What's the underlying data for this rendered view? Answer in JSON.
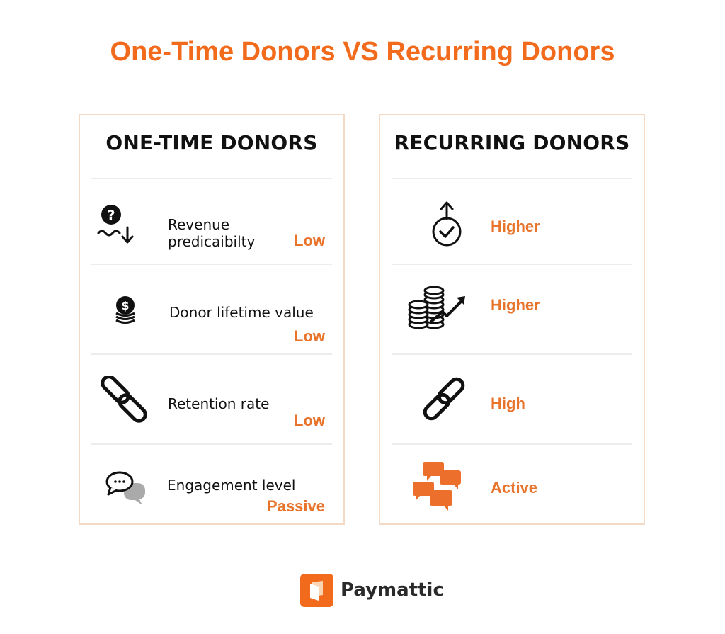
{
  "title": "One-Time Donors VS Recurring Donors",
  "colors": {
    "accent": "#f26a1b",
    "value_orange": "#e8732b",
    "card_border": "#f4d9c5",
    "divider": "#ececec"
  },
  "one_time": {
    "heading": "ONE-TIME DONORS",
    "rows": [
      {
        "icon": "question-wave-down-icon",
        "label_line1": "Revenue",
        "label_line2": "predicaibilty",
        "value": "Low"
      },
      {
        "icon": "coin-stack-dollar-icon",
        "label": "Donor lifetime value",
        "value": "Low"
      },
      {
        "icon": "broken-chain-link-icon",
        "label": "Retention rate",
        "value": "Low"
      },
      {
        "icon": "chat-bubbles-icon",
        "label": "Engagement level",
        "value": "Passive"
      }
    ]
  },
  "recurring": {
    "heading": "RECURRING DONORS",
    "rows": [
      {
        "icon": "check-circle-arrow-up-icon",
        "value": "Higher"
      },
      {
        "icon": "coins-growth-arrow-icon",
        "value": "Higher"
      },
      {
        "icon": "chain-link-icon",
        "value": "High"
      },
      {
        "icon": "orange-chat-bubbles-icon",
        "value": "Active"
      }
    ]
  },
  "footer": {
    "brand": "Paymattic"
  }
}
